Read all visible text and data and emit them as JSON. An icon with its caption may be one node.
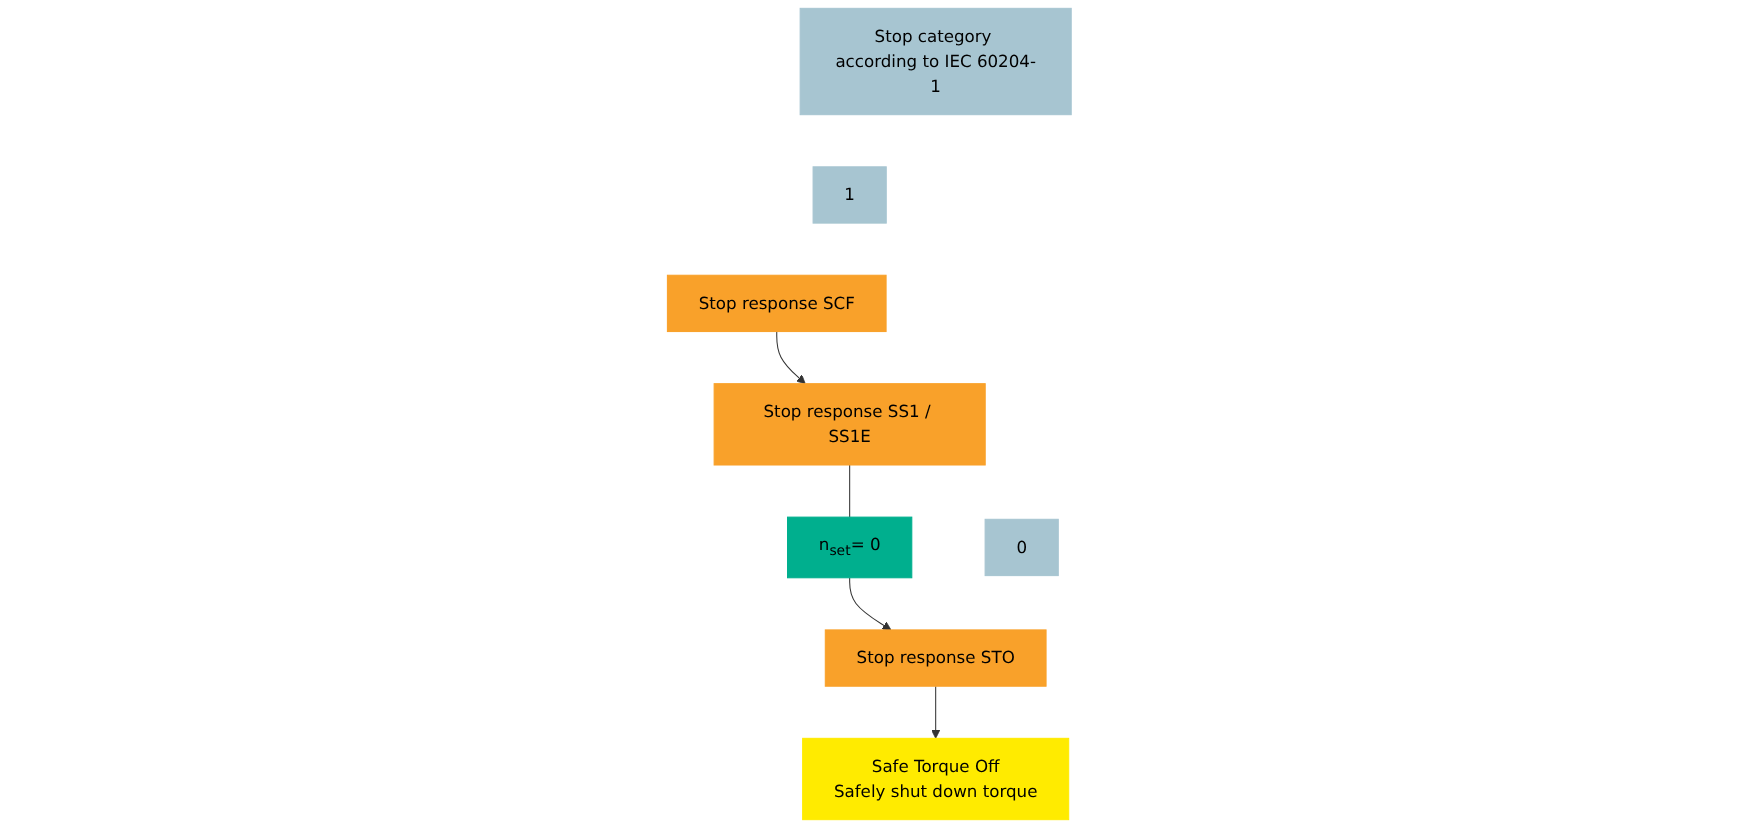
{
  "diagram": {
    "nodes": [
      {
        "text": [
          "Stop category according to IEC 60204-1"
        ]
      },
      {
        "text": [
          "0"
        ]
      },
      {
        "text": [
          "1"
        ]
      },
      {
        "text": [
          "Stop response STO"
        ]
      },
      {
        "text": [
          "Stop response SS1 / SS1E"
        ]
      },
      {
        "text": [
          "Stop response SCF"
        ]
      },
      {
        "text": [
          "n$_{set}$= 0"
        ]
      },
      {
        "text": [
          "Safe Torque Off",
          "Safely shut down torque"
        ]
      }
    ],
    "edges": [
      {
        "from": 3,
        "to": 7,
        "arrow": "to"
      },
      {
        "from": 4,
        "to": 6,
        "arrow": "none"
      },
      {
        "from": 6,
        "to": 3,
        "arrow": "to"
      },
      {
        "from": 5,
        "to": 4,
        "arrow": "to"
      }
    ]
  }
}
